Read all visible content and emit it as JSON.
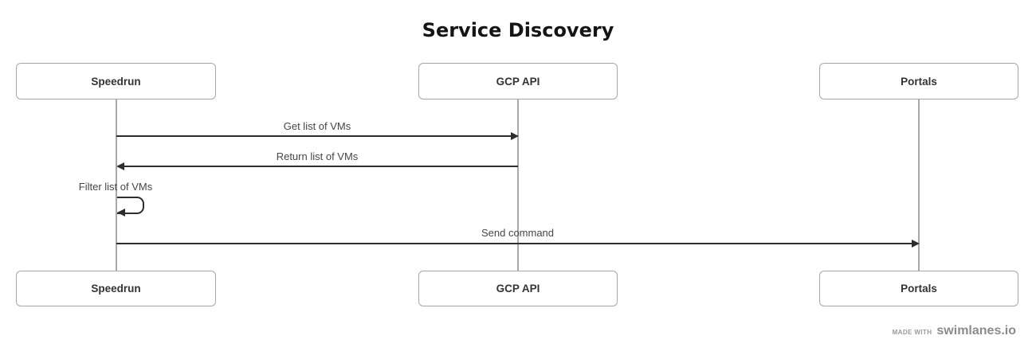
{
  "title": "Service Discovery",
  "actors": [
    {
      "label": "Speedrun"
    },
    {
      "label": "GCP API"
    },
    {
      "label": "Portals"
    }
  ],
  "messages": [
    {
      "label": "Get list of VMs",
      "from": "Speedrun",
      "to": "GCP API",
      "direction": "right",
      "style": "solid"
    },
    {
      "label": "Return list of VMs",
      "from": "GCP API",
      "to": "Speedrun",
      "direction": "left",
      "style": "solid"
    },
    {
      "label": "Filter list of VMs",
      "from": "Speedrun",
      "to": "Speedrun",
      "direction": "self",
      "style": "solid"
    },
    {
      "label": "Send command",
      "from": "Speedrun",
      "to": "Portals",
      "direction": "right",
      "style": "solid"
    }
  ],
  "footer": {
    "made_with": "MADE WITH",
    "brand": "swimlanes.io"
  },
  "colors": {
    "background": "#ffffff",
    "title_text": "#151515",
    "actor_border": "#a6a6a6",
    "actor_text": "#333333",
    "lifeline": "#a9a9a9",
    "arrow": "#2d2d2d",
    "message_text": "#454545",
    "footer_text": "#8b8b8b"
  }
}
